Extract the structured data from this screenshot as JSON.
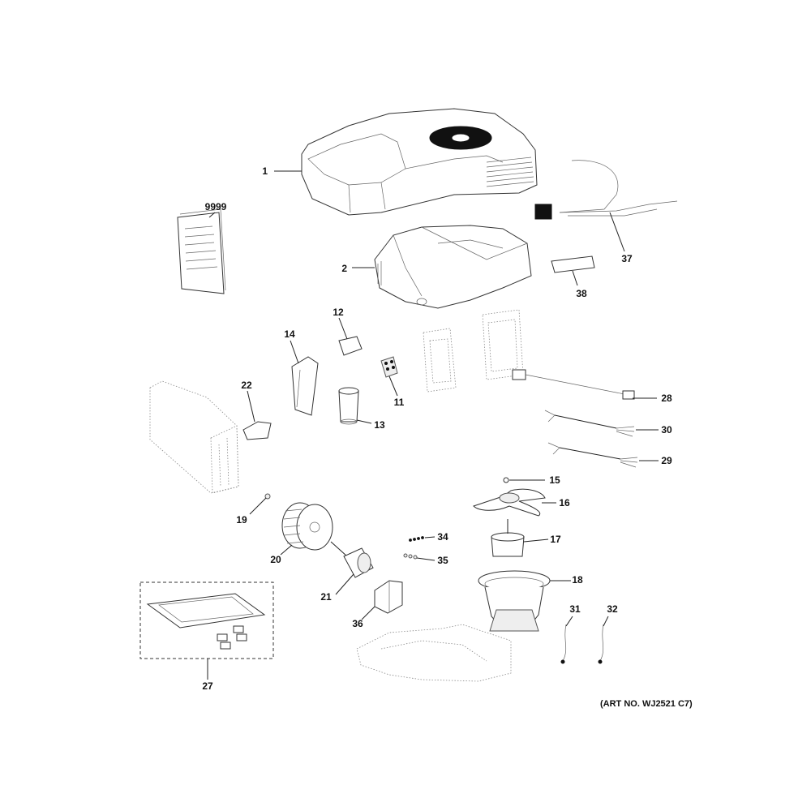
{
  "callouts": {
    "c1": "1",
    "c2": "2",
    "c9999": "9999",
    "c37": "37",
    "c38": "38",
    "c12": "12",
    "c14": "14",
    "c11": "11",
    "c13": "13",
    "c22": "22",
    "c28": "28",
    "c30": "30",
    "c29": "29",
    "c15": "15",
    "c16": "16",
    "c19": "19",
    "c17": "17",
    "c20": "20",
    "c34": "34",
    "c35": "35",
    "c18": "18",
    "c21": "21",
    "c36": "36",
    "c31": "31",
    "c32": "32",
    "c27": "27"
  },
  "art_number": "(ART NO. WJ2521 C7)"
}
